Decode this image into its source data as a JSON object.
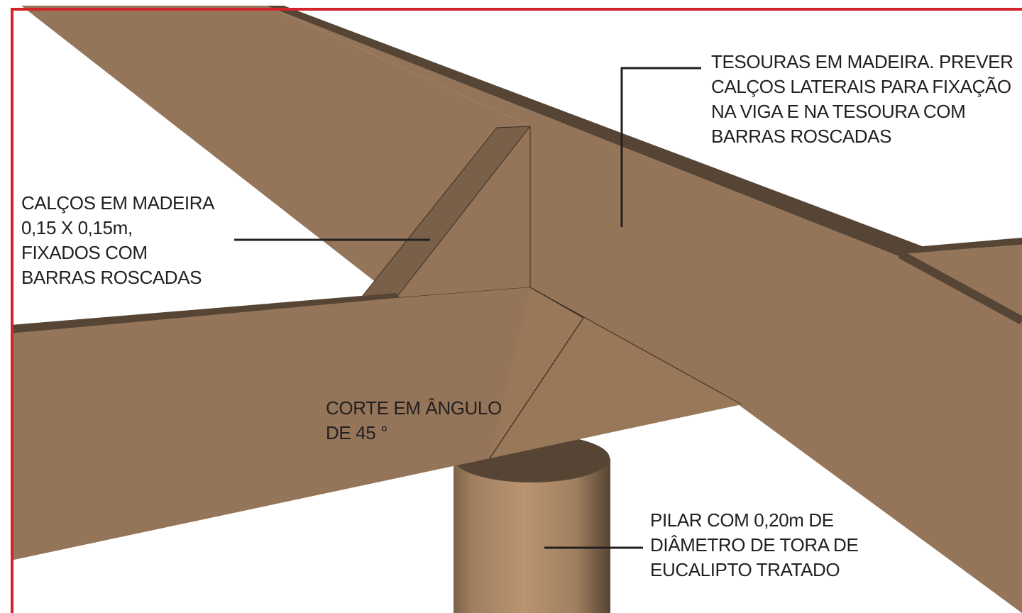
{
  "annotations": {
    "tesouras": {
      "lines": [
        "TESOURAS EM MADEIRA. PREVER",
        "CALÇOS LATERAIS PARA FIXAÇÃO",
        "NA VIGA E NA TESOURA COM",
        "BARRAS ROSCADAS"
      ]
    },
    "calcos": {
      "lines": [
        "CALÇOS EM MADEIRA",
        "0,15 X 0,15m,",
        "FIXADOS COM",
        "BARRAS ROSCADAS"
      ]
    },
    "corte": {
      "lines": [
        "CORTE EM ÂNGULO",
        "DE 45 °"
      ]
    },
    "pilar": {
      "lines": [
        "PILAR COM 0,20m DE",
        "DIÂMETRO DE TORA DE",
        "EUCALIPTO TRATADO"
      ]
    }
  },
  "colors": {
    "frame_border": "#d2232a",
    "wood_face": "#94755a",
    "wood_face_light": "#9a7a5e",
    "wood_dark_edge": "#564534",
    "wood_shadow": "#7a6048",
    "pillar_light": "#b99470",
    "pillar_dark": "#564534",
    "leader_line": "#231f20",
    "text": "#231f20"
  }
}
